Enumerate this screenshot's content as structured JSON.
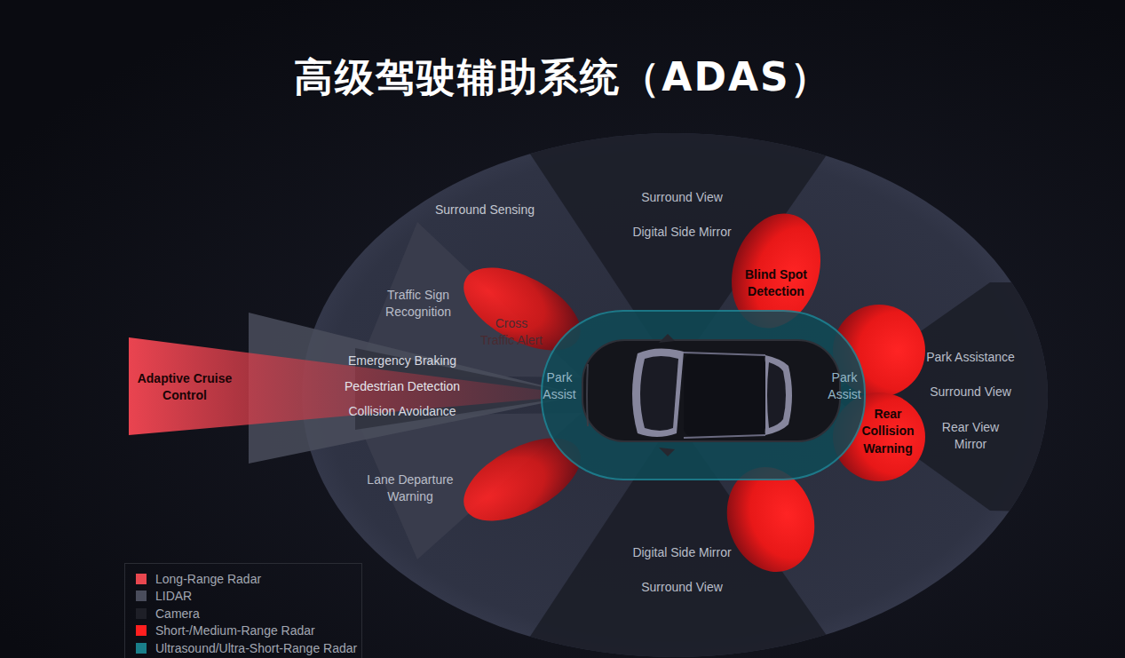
{
  "diagram": {
    "title": "高级驾驶辅助系统（ADAS）",
    "labels": [
      "Surround Sensing",
      "Surround View",
      "Digital Side Mirror",
      "Traffic Sign Recognition",
      "Cross Traffic Alert",
      "Blind Spot Detection",
      "Adaptive Cruise Control",
      "Emergency Braking",
      "Pedestrian Detection",
      "Collision Avoidance",
      "Park Assist",
      "Park Assist",
      "Park Assistance",
      "Surround View",
      "Rear View Mirror",
      "Rear Collision Warning",
      "Lane Departure Warning",
      "Digital Side Mirror",
      "Surround View"
    ],
    "legend": [
      {
        "text": "Long-Range Radar",
        "color": "#e8474f"
      },
      {
        "text": "LIDAR",
        "color": "#4a4d5c"
      },
      {
        "text": "Camera",
        "color": "#1e1f27"
      },
      {
        "text": "Short-/Medium-Range Radar",
        "color": "#ff1f1f"
      },
      {
        "text": "Ultrasound/Ultra-Short-Range Radar",
        "color": "#1a7f8a"
      }
    ]
  }
}
